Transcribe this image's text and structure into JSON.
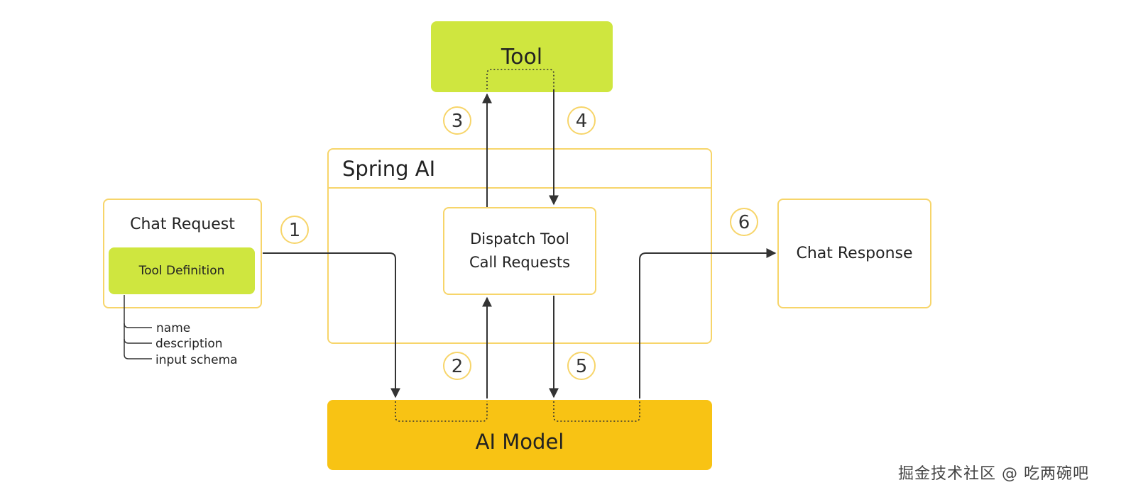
{
  "nodes": {
    "tool": "Tool",
    "spring_ai": "Spring AI",
    "dispatch_line1": "Dispatch Tool",
    "dispatch_line2": "Call Requests",
    "chat_request": "Chat Request",
    "tool_definition": "Tool Definition",
    "chat_response": "Chat Response",
    "ai_model": "AI Model"
  },
  "tool_definition_fields": [
    "name",
    "description",
    "input schema"
  ],
  "steps": [
    "1",
    "2",
    "3",
    "4",
    "5",
    "6"
  ],
  "watermark": "掘金技术社区 @ 吃两碗吧",
  "colors": {
    "tool_fill": "#cfe63f",
    "ai_model_fill": "#f8c314",
    "outline": "#f7d56a",
    "arrow": "#333333"
  }
}
